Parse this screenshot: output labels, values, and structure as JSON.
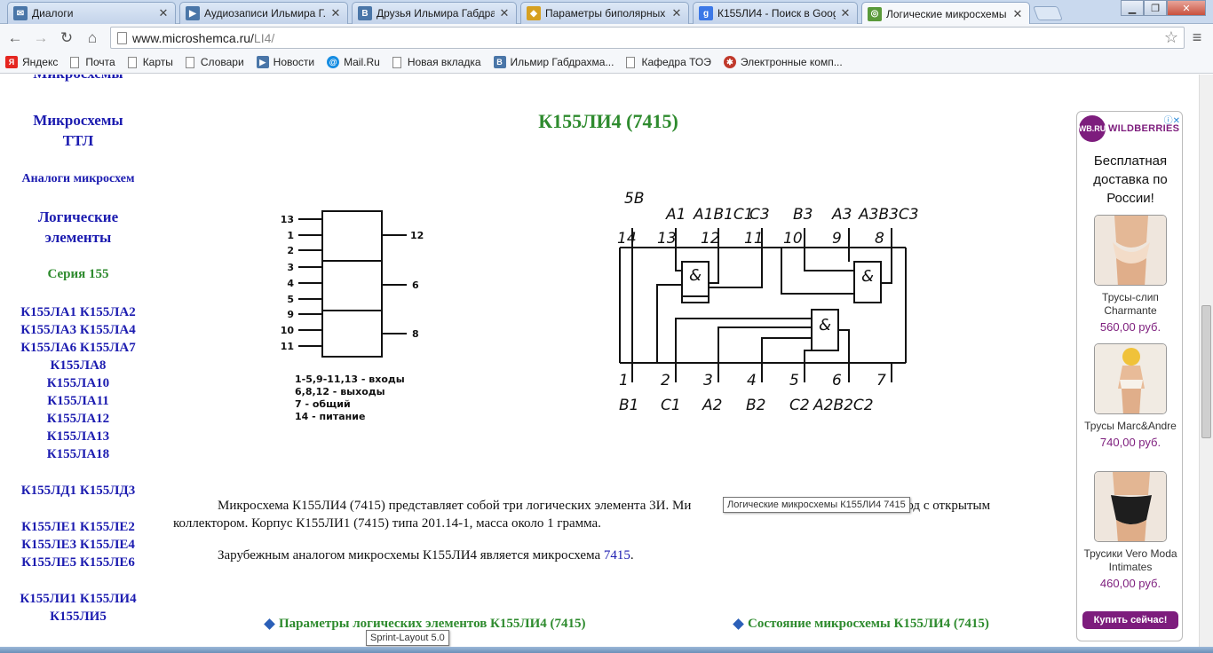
{
  "browser": {
    "tabs": [
      {
        "title": "Диалоги",
        "icon": "vk-message-icon",
        "color": "#4a76a8"
      },
      {
        "title": "Аудиозаписи Ильмира Г...",
        "icon": "vk-play-icon",
        "color": "#4a76a8"
      },
      {
        "title": "Друзья Ильмира Габдра...",
        "icon": "vk-logo-icon",
        "color": "#4a76a8"
      },
      {
        "title": "Параметры биполярных ...",
        "icon": "chip-icon",
        "color": "#d6a020"
      },
      {
        "title": "К155ЛИ4 - Поиск в Googl...",
        "icon": "google-icon",
        "color": "#3b78e7"
      },
      {
        "title": "Логические микросхемы ...",
        "icon": "site-icon",
        "color": "#5a9a3a"
      }
    ],
    "url_host": "www.microshemca.ru/",
    "url_path": "LI4/",
    "bookmarks": [
      {
        "label": "Яндекс",
        "icon": "yandex-icon",
        "color": "#e52620"
      },
      {
        "label": "Почта",
        "icon": "page-icon"
      },
      {
        "label": "Карты",
        "icon": "page-icon"
      },
      {
        "label": "Словари",
        "icon": "page-icon"
      },
      {
        "label": "Новости",
        "icon": "news-icon",
        "color": "#4a76a8"
      },
      {
        "label": "Mail.Ru",
        "icon": "mailru-icon",
        "color": "#168de2"
      },
      {
        "label": "Новая вкладка",
        "icon": "page-icon"
      },
      {
        "label": "Ильмир Габдрахма...",
        "icon": "vk-logo-icon",
        "color": "#4a76a8"
      },
      {
        "label": "Кафедра ТОЭ",
        "icon": "page-icon"
      },
      {
        "label": "Электронные комп...",
        "icon": "chip-icon",
        "color": "#c0392b"
      }
    ]
  },
  "sidebar": {
    "top_partial": "Микросхемы",
    "ttl": "Микросхемы ТТЛ",
    "analogs": "Аналоги микросхем",
    "logic": "Логические элементы",
    "series": "Серия 155",
    "la_lines": [
      "К155ЛА1 К155ЛА2",
      "К155ЛА3 К155ЛА4",
      "К155ЛА6 К155ЛА7",
      "К155ЛА8",
      "К155ЛА10",
      "К155ЛА11",
      "К155ЛА12",
      "К155ЛА13",
      "К155ЛА18"
    ],
    "ld_line": "К155ЛД1 К155ЛД3",
    "le_lines": [
      "К155ЛЕ1 К155ЛЕ2",
      "К155ЛЕ3 К155ЛЕ4",
      "К155ЛЕ5 К155ЛЕ6"
    ],
    "li_lines": [
      "К155ЛИ1 К155ЛИ4",
      "К155ЛИ5"
    ]
  },
  "main": {
    "title": "К155ЛИ4 (7415)",
    "symbol": {
      "left_pins": [
        "13",
        "1",
        "2",
        "3",
        "4",
        "5",
        "9",
        "10",
        "11"
      ],
      "right_pins": [
        "12",
        "6",
        "8"
      ],
      "legend": [
        "1-5,9-11,13 - входы",
        "6,8,12 - выходы",
        "7 - общий",
        "14 - питание"
      ]
    },
    "pinout": {
      "top_labels": [
        "5В",
        "А1",
        "А1В1С1",
        "С3",
        "В3",
        "А3",
        "А3В3С3"
      ],
      "top_pins": [
        "14",
        "13",
        "12",
        "11",
        "10",
        "9",
        "8"
      ],
      "bottom_pins": [
        "1",
        "2",
        "3",
        "4",
        "5",
        "6",
        "7"
      ],
      "bottom_labels": [
        "В1",
        "С1",
        "А2",
        "В2",
        "С2",
        "А2В2С2"
      ],
      "gate": "&"
    },
    "para1_line1": "Микросхема К155ЛИ4 (7415) представляет собой три логических элемента 3И. Ми",
    "para1_line1_end": "ыход с открытым",
    "para1_line2": "коллектором. Корпус К155ЛИ1 (7415) типа 201.14-1, масса около 1 грамма.",
    "para2_text": "Зарубежным аналогом микросхемы К155ЛИ4 является микросхема ",
    "para2_link": "7415",
    "para2_end": ".",
    "footer_link1": "Параметры логических элементов К155ЛИ4 (7415)",
    "footer_link2": "Состояние микросхемы К155ЛИ4 (7415)",
    "tooltip_image": "Логические микросхемы К155ЛИ4 7415",
    "tooltip_taskbar": "Sprint-Layout 5.0"
  },
  "ad": {
    "brand_logo": "WB.RU",
    "brand_name": "WILDBERRIES",
    "headline": "Бесплатная доставка по России!",
    "items": [
      {
        "name": "Трусы-слип Charmante",
        "price": "560,00 руб."
      },
      {
        "name": "Трусы Marc&Andre",
        "price": "740,00 руб."
      },
      {
        "name": "Трусики Vero Moda Intimates",
        "price": "460,00 руб."
      }
    ],
    "buy": "Купить сейчас!"
  },
  "colors": {
    "link": "#1c1cb0",
    "green_heading": "#2e8b2e",
    "ad_brand": "#7d1d7d"
  }
}
